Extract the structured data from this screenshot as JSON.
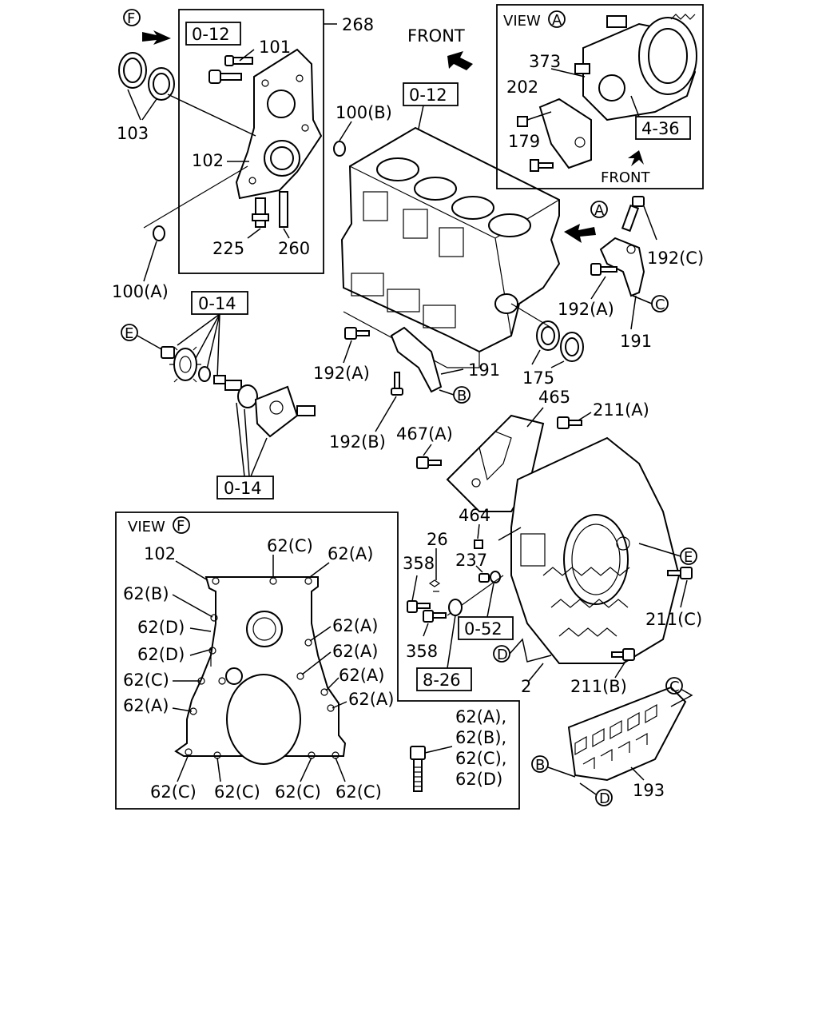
{
  "labels": {
    "l268": "268",
    "l101": "101",
    "l103": "103",
    "l102": "102",
    "l100b": "100(B)",
    "l100a": "100(A)",
    "l225": "225",
    "l260": "260",
    "lFront1": "FRONT",
    "lFront2": "FRONT",
    "lViewA": "VIEW",
    "l373": "373",
    "l202": "202",
    "l179": "179",
    "l192c": "192(C)",
    "l192a1": "192(A)",
    "l191a": "191",
    "l175": "175",
    "l192a2": "192(A)",
    "l191b": "191",
    "l192b": "192(B)",
    "l465": "465",
    "l211a": "211(A)",
    "l467a": "467(A)",
    "l464": "464",
    "l26": "26",
    "l358a": "358",
    "l237": "237",
    "l358b": "358",
    "l211c": "211(C)",
    "l2": "2",
    "l211b": "211(B)",
    "l193": "193",
    "lViewF": "VIEW",
    "lv102": "102",
    "v62c1": "62(C)",
    "v62a1": "62(A)",
    "v62b": "62(B)",
    "v62d1": "62(D)",
    "v62a2": "62(A)",
    "v62d2": "62(D)",
    "v62a3": "62(A)",
    "v62c2": "62(C)",
    "v62a4": "62(A)",
    "v62a5": "62(A)",
    "v62a6": "62(A)",
    "v62c3": "62(C)",
    "v62c4": "62(C)",
    "v62c5": "62(C)",
    "v62c6": "62(C)",
    "legend1": "62(A),",
    "legend2": "62(B),",
    "legend3": "62(C),",
    "legend4": "62(D)"
  },
  "refs": {
    "r012a": "0-12",
    "r012b": "0-12",
    "r014a": "0-14",
    "r014b": "0-14",
    "r436": "4-36",
    "r052": "0-52",
    "r826": "8-26"
  },
  "circles": {
    "cF": "F",
    "cA": "A",
    "cViewA": "A",
    "cC1": "C",
    "cE1": "E",
    "cB1": "B",
    "cE2": "E",
    "cD1": "D",
    "cViewF": "F",
    "cC2": "C",
    "cB2": "B",
    "cD2": "D"
  },
  "icons": {
    "arrow": "filled-arrow-icon"
  }
}
